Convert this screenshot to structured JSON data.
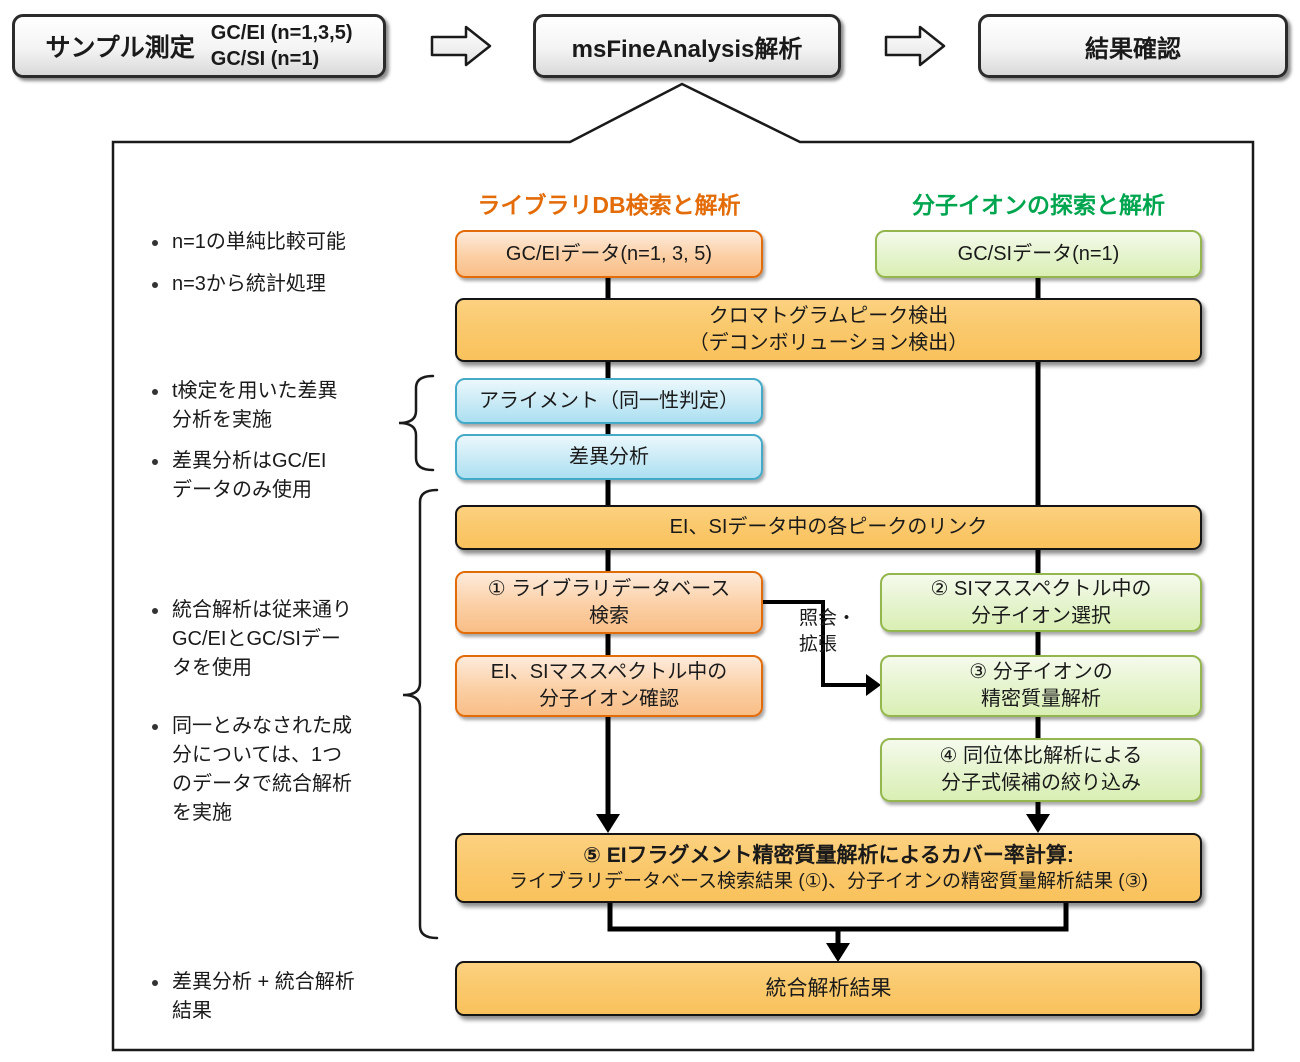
{
  "top_flow": {
    "sample_box": {
      "title": "サンプル測定",
      "meas_line1": "GC/EI (n=1,3,5)",
      "meas_line2": "GC/SI (n=1)"
    },
    "analysis_box_label": "msFineAnalysis解析",
    "result_box_label": "結果確認"
  },
  "column_headers": {
    "left": "ライブラリDB検索と解析",
    "right": "分子イオンの探索と解析"
  },
  "flow": {
    "gcei_box": "GC/EIデータ(n=1, 3, 5)",
    "gcsi_box": "GC/SIデータ(n=1)",
    "peak_banner": {
      "l1": "クロマトグラムピーク検出",
      "l2": "（デコンボリューション検出）"
    },
    "alignment_box": "アライメント（同一性判定）",
    "diff_box": "差異分析",
    "link_banner": "EI、SIデータ中の各ピークのリンク",
    "step1": {
      "l1": "① ライブラリデータベース",
      "l2": "検索"
    },
    "step2": {
      "l1": "② SIマススペクトル中の",
      "l2": "分子イオン選択"
    },
    "ion_confirm": {
      "l1": "EI、SIマススペクトル中の",
      "l2": "分子イオン確認"
    },
    "step3": {
      "l1": "③ 分子イオンの",
      "l2": "精密質量解析"
    },
    "step4": {
      "l1": "④ 同位体比解析による",
      "l2": "分子式候補の絞り込み"
    },
    "step5": {
      "l1": "⑤ EIフラグメント精密質量解析によるカバー率計算:",
      "l2": "ライブラリデータベース検索結果 (①)、分子イオンの精密質量解析結果 (③)"
    },
    "result_banner": "統合解析結果",
    "link_label": {
      "l1": "照会・",
      "l2": "拡張"
    }
  },
  "notes": {
    "n1": {
      "l1": "n=1の単純比較可能"
    },
    "n2": {
      "l1": "n=3から統計処理"
    },
    "n3": {
      "l1": "t検定を用いた差異",
      "l2": "分析を実施"
    },
    "n4": {
      "l1": "差異分析はGC/EI",
      "l2": "データのみ使用"
    },
    "n5": {
      "l1": "統合解析は従来通り",
      "l2": "GC/EIとGC/SIデー",
      "l3": "タを使用"
    },
    "n6": {
      "l1": "同一とみなされた成",
      "l2": "分については、1つ",
      "l3": "のデータで統合解析",
      "l4": "を実施"
    },
    "n7": {
      "l1": "差異分析 + 統合解析",
      "l2": "結果"
    }
  },
  "colors": {
    "accent_orange": "#E36C09",
    "accent_green": "#00A64F",
    "orange_border": "#E26B0A",
    "green_border": "#94B64E",
    "blue_border": "#45A9C8",
    "amber_fill": "#FAC96D"
  }
}
